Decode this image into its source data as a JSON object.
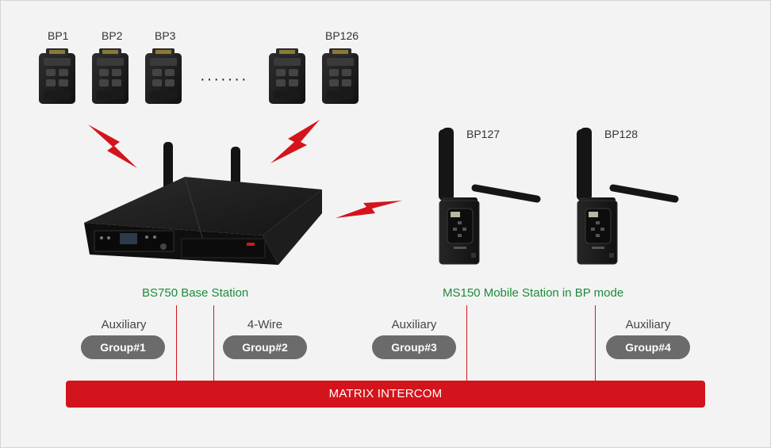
{
  "colors": {
    "accent_red": "#d4141c",
    "label_green": "#1e8a3c",
    "pill_gray": "#6b6b6b",
    "device_black": "#1c1c1c"
  },
  "beltpacks": [
    {
      "label": "BP1"
    },
    {
      "label": "BP2"
    },
    {
      "label": "BP3"
    },
    {
      "label": "BP126"
    }
  ],
  "ellipsis": "·······",
  "mobile_units": [
    {
      "label": "BP127"
    },
    {
      "label": "BP128"
    }
  ],
  "base_station": {
    "label": "BS750 Base Station"
  },
  "mobile_station": {
    "label": "MS150 Mobile Station in BP mode"
  },
  "groups": [
    {
      "title": "Auxiliary",
      "name": "Group#1"
    },
    {
      "title": "4-Wire",
      "name": "Group#2"
    },
    {
      "title": "Auxiliary",
      "name": "Group#3"
    },
    {
      "title": "Auxiliary",
      "name": "Group#4"
    }
  ],
  "matrix": {
    "label": "MATRIX INTERCOM"
  }
}
